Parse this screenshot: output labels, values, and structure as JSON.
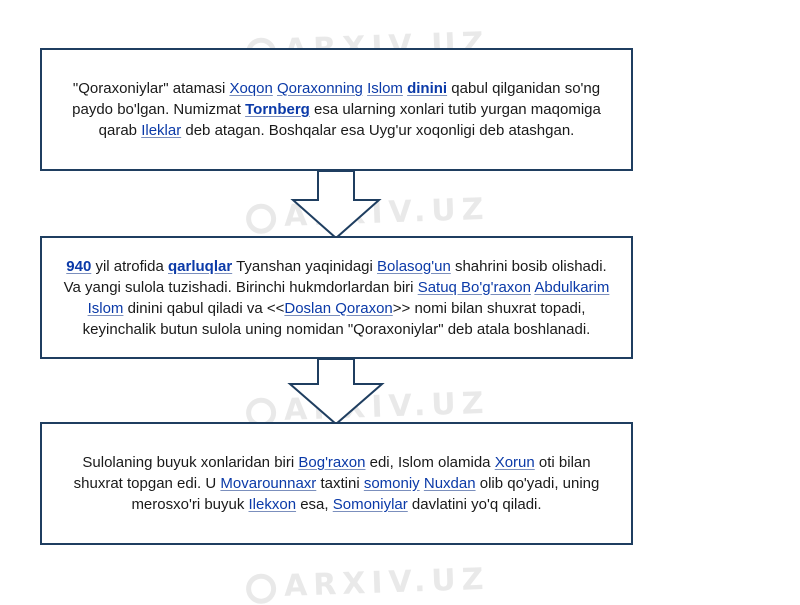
{
  "watermark": "ARXIV.UZ",
  "colors": {
    "border": "#1f3e60",
    "link": "#0b3aa8",
    "text": "#1a1a1a",
    "watermark": "#e9e9e9"
  },
  "boxes": [
    {
      "segments": [
        {
          "t": "\"Qoraxoniylar\" atamasi "
        },
        {
          "t": "Xoqon",
          "link": true
        },
        {
          "t": " "
        },
        {
          "t": "Qoraxonning",
          "link": true
        },
        {
          "t": " "
        },
        {
          "t": "Islom",
          "link": true
        },
        {
          "t": " "
        },
        {
          "t": "dinini",
          "link": true,
          "bold": true
        },
        {
          "t": " qabul qilganidan so'ng paydo bo'lgan. Numizmat "
        },
        {
          "t": "Tornberg",
          "link": true,
          "bold": true
        },
        {
          "t": " esa ularning xonlari tutib yurgan maqomiga qarab "
        },
        {
          "t": "Ileklar",
          "link": true
        },
        {
          "t": " deb atagan. Boshqalar esa Uyg'ur xoqonligi deb atashgan."
        }
      ]
    },
    {
      "segments": [
        {
          "t": "940",
          "link": true,
          "bold": true
        },
        {
          "t": " yil atrofida "
        },
        {
          "t": "qarluqlar",
          "link": true,
          "bold": true
        },
        {
          "t": " Tyanshan yaqinidagi "
        },
        {
          "t": "Bolasog'un",
          "link": true
        },
        {
          "t": " shahrini bosib olishadi. Va yangi sulola tuzishadi. Birinchi hukmdorlardan biri "
        },
        {
          "t": "Satuq Bo'g'raxon",
          "link": true
        },
        {
          "t": " "
        },
        {
          "t": "Abdulkarim",
          "link": true
        },
        {
          "t": " "
        },
        {
          "t": "Islom",
          "link": true
        },
        {
          "t": " dinini qabul qiladi va <<"
        },
        {
          "t": "Doslan Qoraxon",
          "link": true
        },
        {
          "t": ">> nomi bilan shuxrat topadi, keyinchalik butun sulola uning nomidan \"Qoraxoniylar\" deb atala boshlanadi."
        }
      ]
    },
    {
      "segments": [
        {
          "t": "Sulolaning buyuk xonlaridan biri "
        },
        {
          "t": "Bog'raxon",
          "link": true
        },
        {
          "t": " edi, Islom olamida "
        },
        {
          "t": "Xorun",
          "link": true
        },
        {
          "t": " oti bilan shuxrat topgan edi. U "
        },
        {
          "t": "Movarounnaxr",
          "link": true
        },
        {
          "t": " taxtini "
        },
        {
          "t": "somoniy",
          "link": true
        },
        {
          "t": " "
        },
        {
          "t": "Nuxdan",
          "link": true
        },
        {
          "t": " olib qo'yadi, uning merosxo'ri buyuk "
        },
        {
          "t": "Ilekxon",
          "link": true
        },
        {
          "t": " esa, "
        },
        {
          "t": "Somoniylar",
          "link": true
        },
        {
          "t": " davlatini yo'q qiladi."
        }
      ]
    }
  ]
}
